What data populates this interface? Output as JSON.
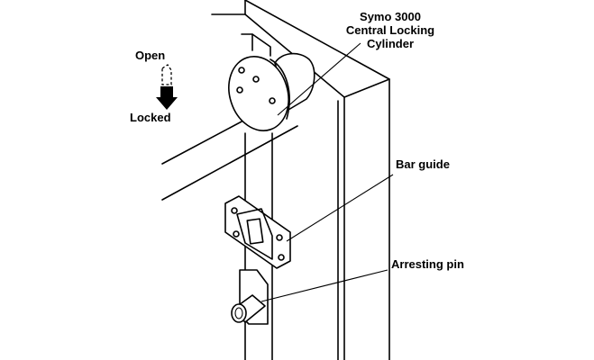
{
  "labels": {
    "cylinder_line1": "Symo 3000",
    "cylinder_line2": "Central Locking",
    "cylinder_line3": "Cylinder",
    "open": "Open",
    "locked": "Locked",
    "bar_guide": "Bar guide",
    "arresting_pin": "Arresting pin"
  },
  "icons": {
    "state_indicator": "arrow-down-icon"
  },
  "colors": {
    "line": "#000000",
    "background": "#ffffff"
  }
}
